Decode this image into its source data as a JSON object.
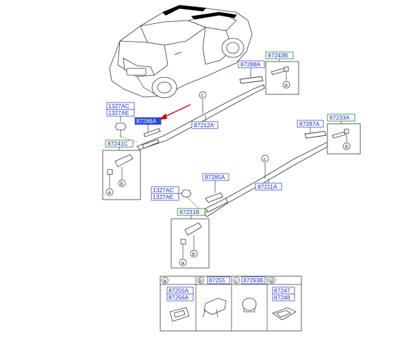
{
  "labels": {
    "nut_upper_1": "1327AC",
    "nut_upper_2": "1327AE",
    "nut_lower_1": "1327AC",
    "nut_lower_2": "1327AE",
    "b87241C": "87241C",
    "b87286A": "87286A",
    "b87212A": "87212A",
    "b87288A": "87288A",
    "b87243B": "87243B",
    "b87287A": "87287A",
    "b87233A": "87233A",
    "b87285A": "87285A",
    "b87211A": "87211A",
    "b87231B": "87231B"
  },
  "callouts": {
    "a": "a",
    "b": "b",
    "c": "c",
    "d": "d"
  },
  "legend": {
    "a_1": "87255A",
    "a_2": "87256A",
    "b_1": "87255",
    "c_1": "87293B",
    "d_1": "87247",
    "d_2": "87248"
  },
  "colors": {
    "label_text": "#1a2ad0",
    "highlight_fill": "#2a4ad8",
    "group_box_border": "#2a9a2a",
    "arrow": "#d10000"
  }
}
